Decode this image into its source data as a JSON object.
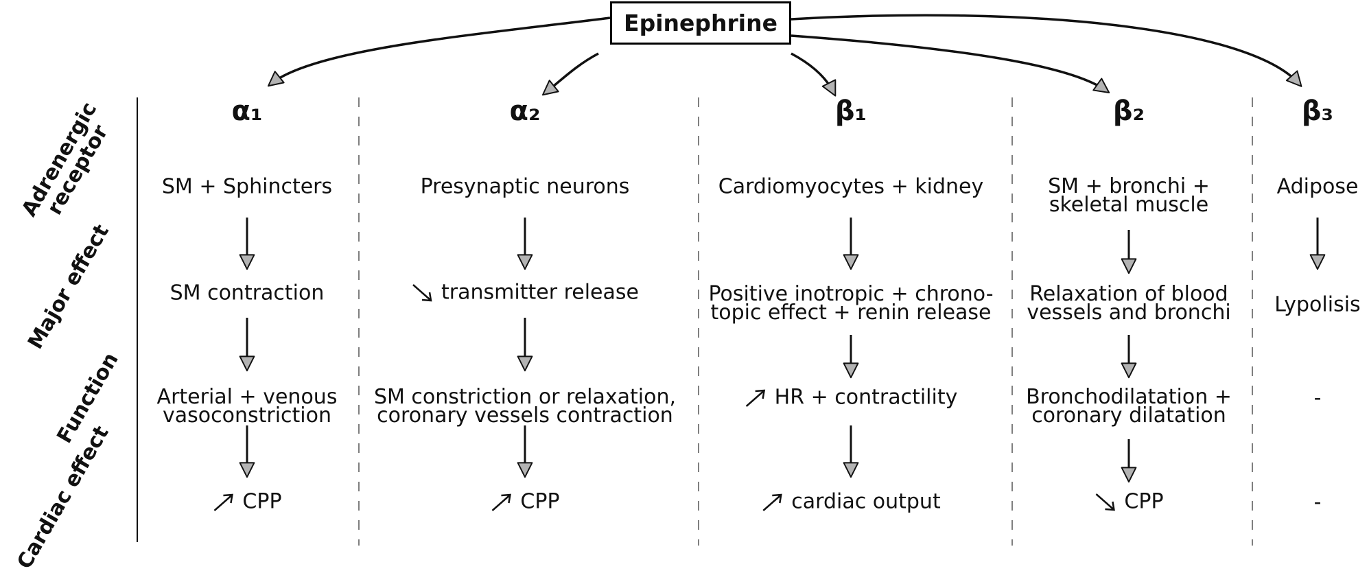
{
  "title": "Epinephrine",
  "row_labels": [
    {
      "text": "Adrenergic receptor",
      "lines": [
        "Adrenergic",
        "receptor"
      ]
    },
    {
      "text": "Major effect",
      "lines": [
        "Major effect"
      ]
    },
    {
      "text": "Function",
      "lines": [
        "Function"
      ]
    },
    {
      "text": "Cardiac effect",
      "lines": [
        "Cardiac effect"
      ]
    }
  ],
  "receptors": [
    {
      "symbol": "α₁",
      "site": [
        "SM + Sphincters"
      ],
      "major_effect": [
        "SM contraction"
      ],
      "major_effect_trend": "",
      "function": [
        "Arterial + venous",
        "vasoconstriction"
      ],
      "function_trend": "",
      "cardiac_effect": "CPP",
      "cardiac_trend": "up"
    },
    {
      "symbol": "α₂",
      "site": [
        "Presynaptic neurons"
      ],
      "major_effect": [
        "transmitter release"
      ],
      "major_effect_trend": "down",
      "function": [
        "SM constriction or relaxation,",
        "coronary vessels contraction"
      ],
      "function_trend": "",
      "cardiac_effect": "CPP",
      "cardiac_trend": "up"
    },
    {
      "symbol": "β₁",
      "site": [
        "Cardiomyocytes + kidney"
      ],
      "major_effect": [
        "Positive inotropic + chrono-",
        "topic effect + renin release"
      ],
      "major_effect_trend": "",
      "function": [
        "HR + contractility"
      ],
      "function_trend": "up",
      "cardiac_effect": "cardiac output",
      "cardiac_trend": "up"
    },
    {
      "symbol": "β₂",
      "site": [
        "SM + bronchi +",
        "skeletal muscle"
      ],
      "major_effect": [
        "Relaxation of blood",
        "vessels and bronchi"
      ],
      "major_effect_trend": "",
      "function": [
        "Bronchodilatation +",
        "coronary dilatation"
      ],
      "function_trend": "",
      "cardiac_effect": "CPP",
      "cardiac_trend": "down"
    },
    {
      "symbol": "β₃",
      "site": [
        "Adipose"
      ],
      "major_effect": [
        "Lypolisis"
      ],
      "major_effect_trend": "",
      "function": [
        "-"
      ],
      "function_trend": "",
      "cardiac_effect": "-",
      "cardiac_trend": ""
    }
  ],
  "colors": {
    "arrowhead_fill": "#b3b3b3",
    "line": "#111111",
    "divider": "#555555"
  }
}
